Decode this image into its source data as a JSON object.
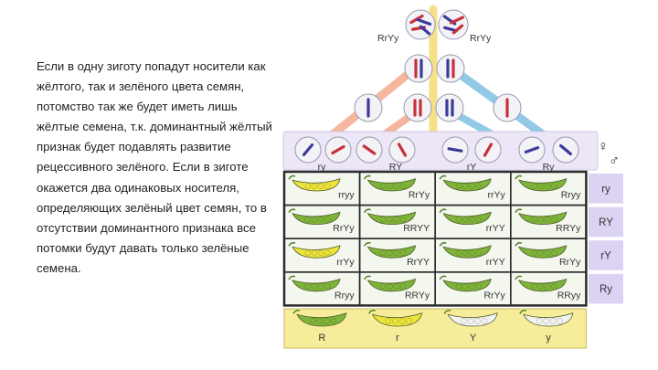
{
  "paragraph": "Если в одну зиготу попадут носители как жёлтого, так и зелёного цвета семян, потомство так же будет иметь лишь жёлтые семена, т.к. доминантный жёлтый признак будет подавлять развитие рецессивного зелёного. Если в зиготе окажется два одинаковых носителя, определяющих зелёный цвет семян, то в отсутствии доминантного признака все потомки будут давать только зелёные семена.",
  "parents": {
    "left": "RrYy",
    "right": "RrYy"
  },
  "female_symbol": "♀",
  "male_symbol": "♂",
  "gametes_female": [
    "ry",
    "RY",
    "rY",
    "Ry"
  ],
  "gametes_male": [
    "ry",
    "RY",
    "rY",
    "Ry"
  ],
  "grid": [
    [
      {
        "g": "rryy",
        "c": "yellow"
      },
      {
        "g": "RrYy",
        "c": "green"
      },
      {
        "g": "rrYy",
        "c": "green"
      },
      {
        "g": "Rryy",
        "c": "green"
      }
    ],
    [
      {
        "g": "RrYy",
        "c": "green"
      },
      {
        "g": "RRYY",
        "c": "green"
      },
      {
        "g": "rrYY",
        "c": "green"
      },
      {
        "g": "RRYy",
        "c": "green"
      }
    ],
    [
      {
        "g": "rrYy",
        "c": "yellow"
      },
      {
        "g": "RrYY",
        "c": "green"
      },
      {
        "g": "rrYY",
        "c": "green"
      },
      {
        "g": "RrYy",
        "c": "green"
      }
    ],
    [
      {
        "g": "Rryy",
        "c": "green"
      },
      {
        "g": "RRYy",
        "c": "green"
      },
      {
        "g": "RrYy",
        "c": "green"
      },
      {
        "g": "RRyy",
        "c": "green"
      }
    ]
  ],
  "legend": [
    {
      "label": "R",
      "c": "green"
    },
    {
      "label": "r",
      "c": "yellow"
    },
    {
      "label": "Y",
      "c": "white"
    },
    {
      "label": "y",
      "c": "white"
    }
  ],
  "colors": {
    "pod_green": "#7fb43a",
    "pod_yellow": "#eee43c",
    "pod_white": "#f4f4f4",
    "grid_border": "#2b2b2b",
    "cell_bg": "#f4f7ee",
    "row_header_bg": "#dcd3f2",
    "gamete_band_bg": "#ece6f6",
    "legend_bg": "#f6ec9a",
    "chromosome_red": "#c7313a",
    "chromosome_blue": "#3b3b9a",
    "line_orange": "#f2a98c",
    "line_yellow": "#f5dc74",
    "line_blue": "#7fc1e2"
  }
}
